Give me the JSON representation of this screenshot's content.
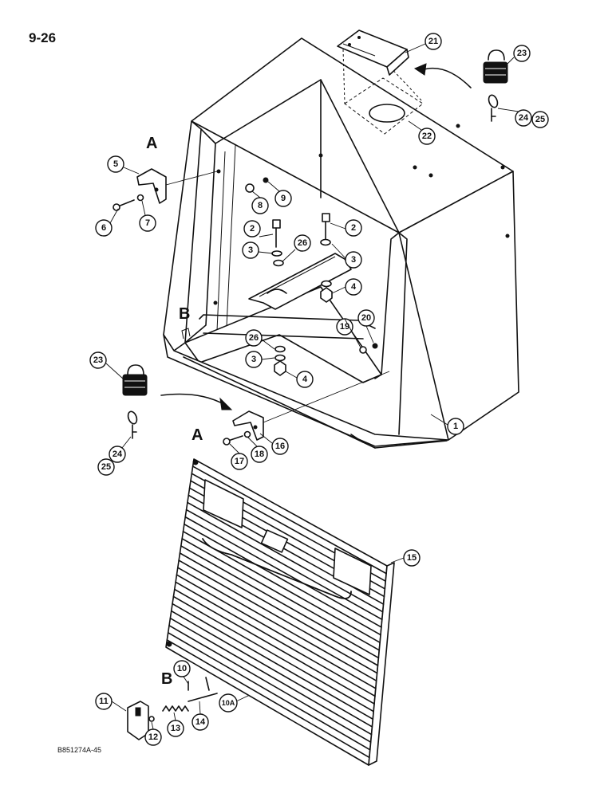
{
  "page_number": "9-26",
  "figure_code": "B851274A-45",
  "reference_letters": [
    "A",
    "B"
  ],
  "callouts": [
    "1",
    "2",
    "3",
    "4",
    "5",
    "6",
    "7",
    "8",
    "9",
    "10",
    "10A",
    "11",
    "12",
    "13",
    "14",
    "15",
    "16",
    "17",
    "18",
    "19",
    "20",
    "21",
    "22",
    "23",
    "24",
    "25",
    "26"
  ]
}
